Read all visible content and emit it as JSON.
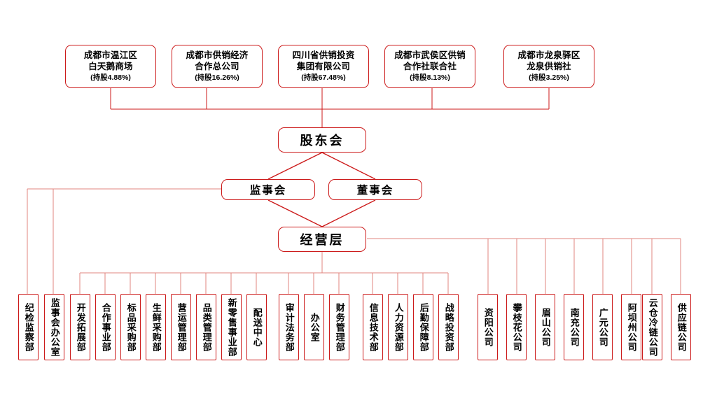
{
  "theme": {
    "line_color": "#cc1a1a",
    "line_color_light": "#e88a8a",
    "box_border": "#cc1a1a",
    "text_color": "#000000",
    "background": "#ffffff"
  },
  "diagram": {
    "type": "organization-chart",
    "shareholders": [
      {
        "name": "成都市温江区\n白天鹅商场",
        "name_line1": "成都市温江区",
        "name_line2": "白天鹅商场",
        "stake": "(持股4.88%)"
      },
      {
        "name": "成都市供销经济\n合作总公司",
        "name_line1": "成都市供销经济",
        "name_line2": "合作总公司",
        "stake": "(持股16.26%)"
      },
      {
        "name": "四川省供销投资\n集团有限公司",
        "name_line1": "四川省供销投资",
        "name_line2": "集团有限公司",
        "stake": "(持股67.48%)"
      },
      {
        "name": "成都市武侯区供销\n合作社联合社",
        "name_line1": "成都市武侯区供销",
        "name_line2": "合作社联合社",
        "stake": "(持股8.13%)"
      },
      {
        "name": "成都市龙泉驿区\n龙泉供销社",
        "name_line1": "成都市龙泉驿区",
        "name_line2": "龙泉供销社",
        "stake": "(持股3.25%)"
      }
    ],
    "governance": {
      "shareholders_meeting": "股东会",
      "supervisory_board": "监事会",
      "board_of_directors": "董事会",
      "management": "经营层"
    },
    "supervisory_units": [
      {
        "label": "纪检监察部"
      },
      {
        "label": "监事会办公室"
      }
    ],
    "departments": [
      {
        "label": "开发拓展部"
      },
      {
        "label": "合作事业部"
      },
      {
        "label": "标品采购部"
      },
      {
        "label": "生鲜采购部"
      },
      {
        "label": "营运管理部"
      },
      {
        "label": "品类管理部"
      },
      {
        "label": "新零售事业部"
      },
      {
        "label": "配送中心"
      },
      {
        "label": "审计法务部"
      },
      {
        "label": "办公室"
      },
      {
        "label": "财务管理部"
      },
      {
        "label": "信息技术部"
      },
      {
        "label": "人力资源部"
      },
      {
        "label": "后勤保障部"
      },
      {
        "label": "战略投资部"
      }
    ],
    "subsidiaries": [
      {
        "label": "资阳公司"
      },
      {
        "label": "攀枝花公司"
      },
      {
        "label": "眉山公司"
      },
      {
        "label": "南充公司"
      },
      {
        "label": "广元公司"
      },
      {
        "label": "阿坝州公司"
      },
      {
        "label": "云仓冷链公司"
      },
      {
        "label": "供应链公司"
      }
    ]
  }
}
